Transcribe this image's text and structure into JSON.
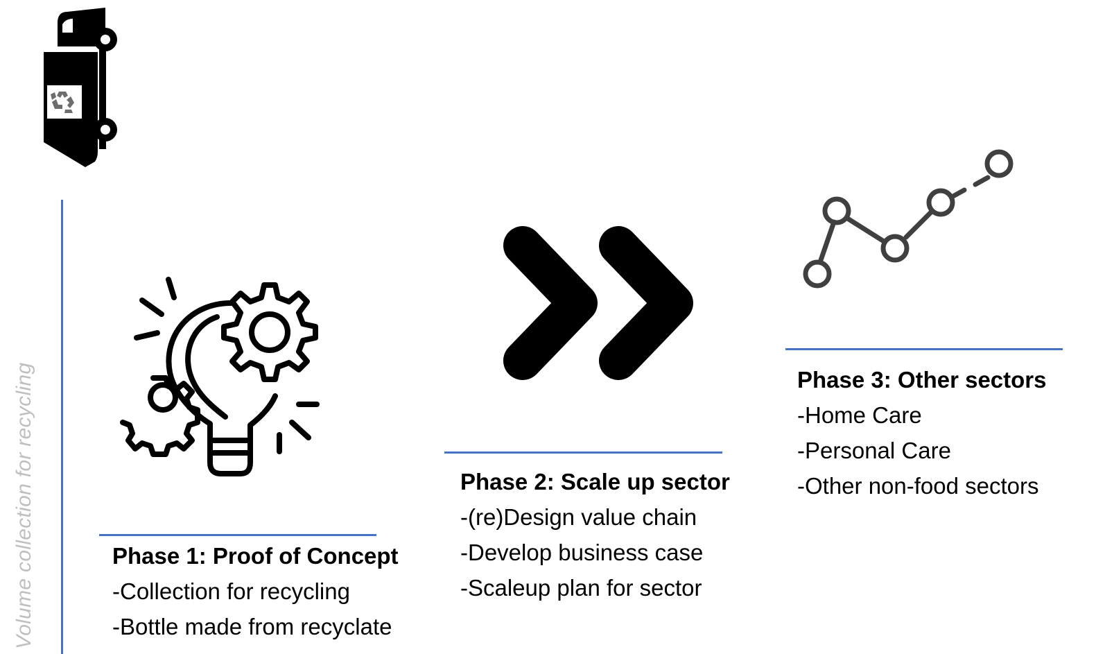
{
  "axis": {
    "label": "Volume collection for recycling"
  },
  "phases": [
    {
      "title": "Phase 1: Proof of Concept",
      "items": [
        "-Collection for recycling",
        "-Bottle made from recyclate"
      ],
      "icon": "lightbulb-gears-icon"
    },
    {
      "title": "Phase 2: Scale up sector",
      "items": [
        "-(re)Design value chain",
        "-Develop business case",
        "-Scaleup plan for sector"
      ],
      "icon": "double-chevron-right-icon"
    },
    {
      "title": "Phase 3: Other sectors",
      "items": [
        "-Home Care",
        "-Personal Care",
        "-Other non-food sectors"
      ],
      "icon": "trend-line-icon"
    }
  ],
  "top_icon": "recycling-truck-icon",
  "colors": {
    "accent": "#4472c4",
    "axis_label": "#bfbfbf",
    "icon": "#000000"
  }
}
